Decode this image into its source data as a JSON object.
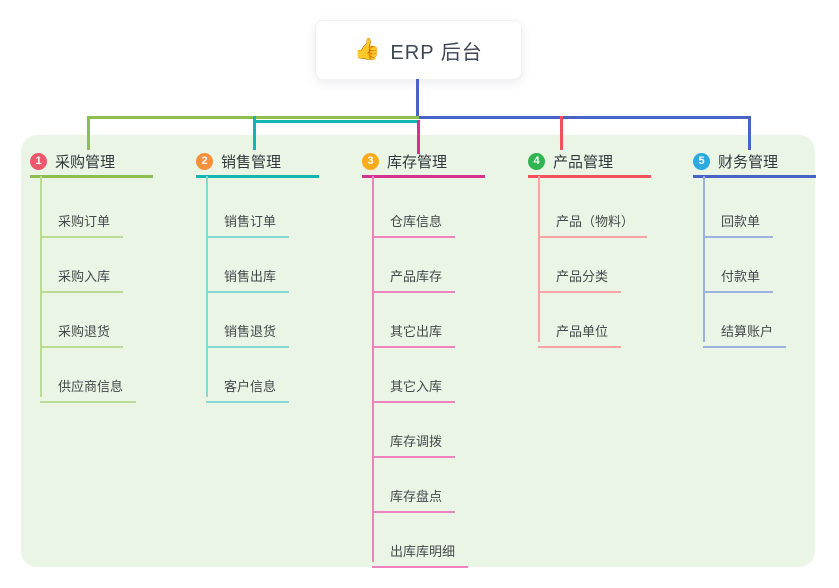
{
  "root": {
    "emoji": "👍",
    "label": "ERP 后台"
  },
  "colors": {
    "panel_background": "#eaf5e5",
    "root_connector": "#4763c8",
    "root_text": "#3d4654",
    "topic_text": "#33373d",
    "child_text": "#45484c"
  },
  "branches": [
    {
      "index": "1",
      "title": "采购管理",
      "badge_color": "#f1566d",
      "line_color": "#8cbf4f",
      "light_color": "#b8dc91",
      "children": [
        "采购订单",
        "采购入库",
        "采购退货",
        "供应商信息"
      ]
    },
    {
      "index": "2",
      "title": "销售管理",
      "badge_color": "#f8903b",
      "line_color": "#13b5b1",
      "light_color": "#86d8d3",
      "children": [
        "销售订单",
        "销售出库",
        "销售退货",
        "客户信息"
      ]
    },
    {
      "index": "3",
      "title": "库存管理",
      "badge_color": "#fbab19",
      "line_color": "#d6318e",
      "light_color": "#ee82bf",
      "children": [
        "仓库信息",
        "产品库存",
        "其它出库",
        "其它入库",
        "库存调拨",
        "库存盘点",
        "出库库明细"
      ]
    },
    {
      "index": "4",
      "title": "产品管理",
      "badge_color": "#31b551",
      "line_color": "#f2505a",
      "light_color": "#f8a3a5",
      "children": [
        "产品（物料）",
        "产品分类",
        "产品单位"
      ]
    },
    {
      "index": "5",
      "title": "财务管理",
      "badge_color": "#2ba9e1",
      "line_color": "#4763c5",
      "light_color": "#9db1de",
      "children": [
        "回款单",
        "付款单",
        "结算账户"
      ]
    }
  ]
}
